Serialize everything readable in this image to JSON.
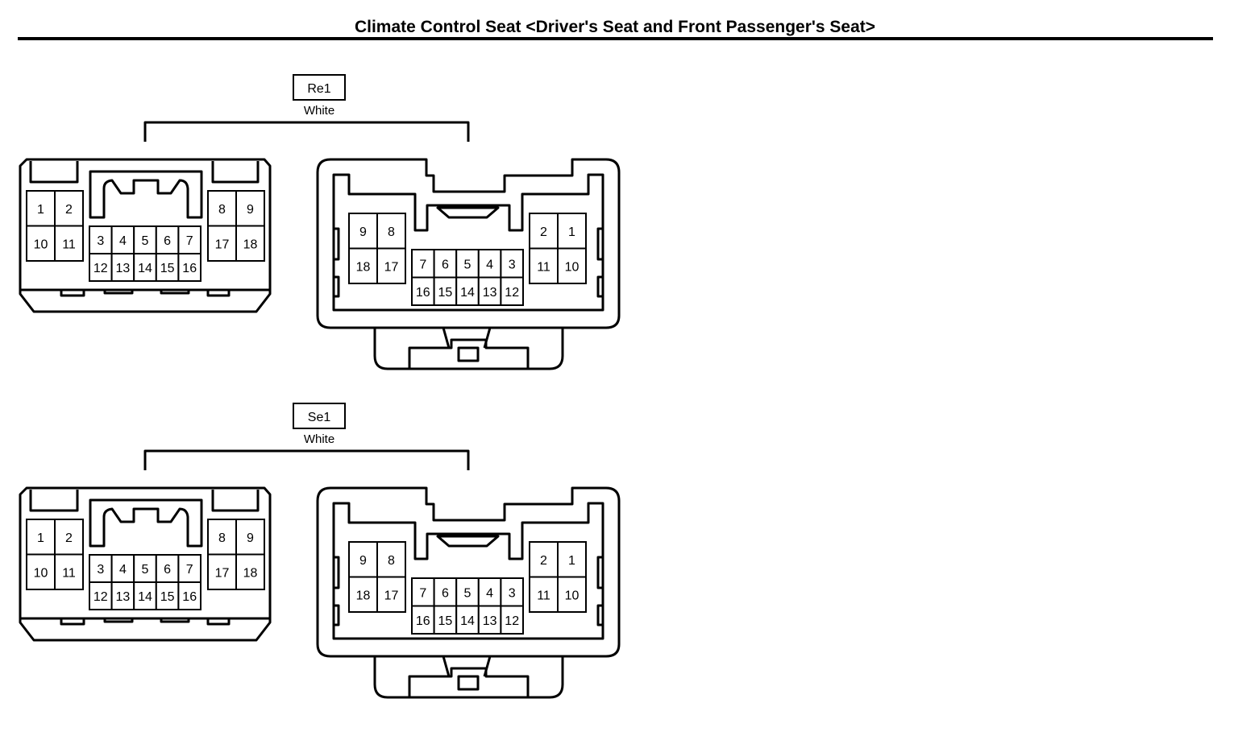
{
  "title": "Climate Control Seat <Driver's Seat and Front Passenger's Seat>",
  "connectors": [
    {
      "code": "Re1",
      "color": "White",
      "female": {
        "left_block": [
          [
            "1",
            "2"
          ],
          [
            "10",
            "11"
          ]
        ],
        "right_block": [
          [
            "8",
            "9"
          ],
          [
            "17",
            "18"
          ]
        ],
        "center_block": [
          [
            "3",
            "4",
            "5",
            "6",
            "7"
          ],
          [
            "12",
            "13",
            "14",
            "15",
            "16"
          ]
        ]
      },
      "male": {
        "left_block": [
          [
            "9",
            "8"
          ],
          [
            "18",
            "17"
          ]
        ],
        "right_block": [
          [
            "2",
            "1"
          ],
          [
            "11",
            "10"
          ]
        ],
        "center_block": [
          [
            "7",
            "6",
            "5",
            "4",
            "3"
          ],
          [
            "16",
            "15",
            "14",
            "13",
            "12"
          ]
        ]
      }
    },
    {
      "code": "Se1",
      "color": "White",
      "female": {
        "left_block": [
          [
            "1",
            "2"
          ],
          [
            "10",
            "11"
          ]
        ],
        "right_block": [
          [
            "8",
            "9"
          ],
          [
            "17",
            "18"
          ]
        ],
        "center_block": [
          [
            "3",
            "4",
            "5",
            "6",
            "7"
          ],
          [
            "12",
            "13",
            "14",
            "15",
            "16"
          ]
        ]
      },
      "male": {
        "left_block": [
          [
            "9",
            "8"
          ],
          [
            "18",
            "17"
          ]
        ],
        "right_block": [
          [
            "2",
            "1"
          ],
          [
            "11",
            "10"
          ]
        ],
        "center_block": [
          [
            "7",
            "6",
            "5",
            "4",
            "3"
          ],
          [
            "16",
            "15",
            "14",
            "13",
            "12"
          ]
        ]
      }
    }
  ]
}
